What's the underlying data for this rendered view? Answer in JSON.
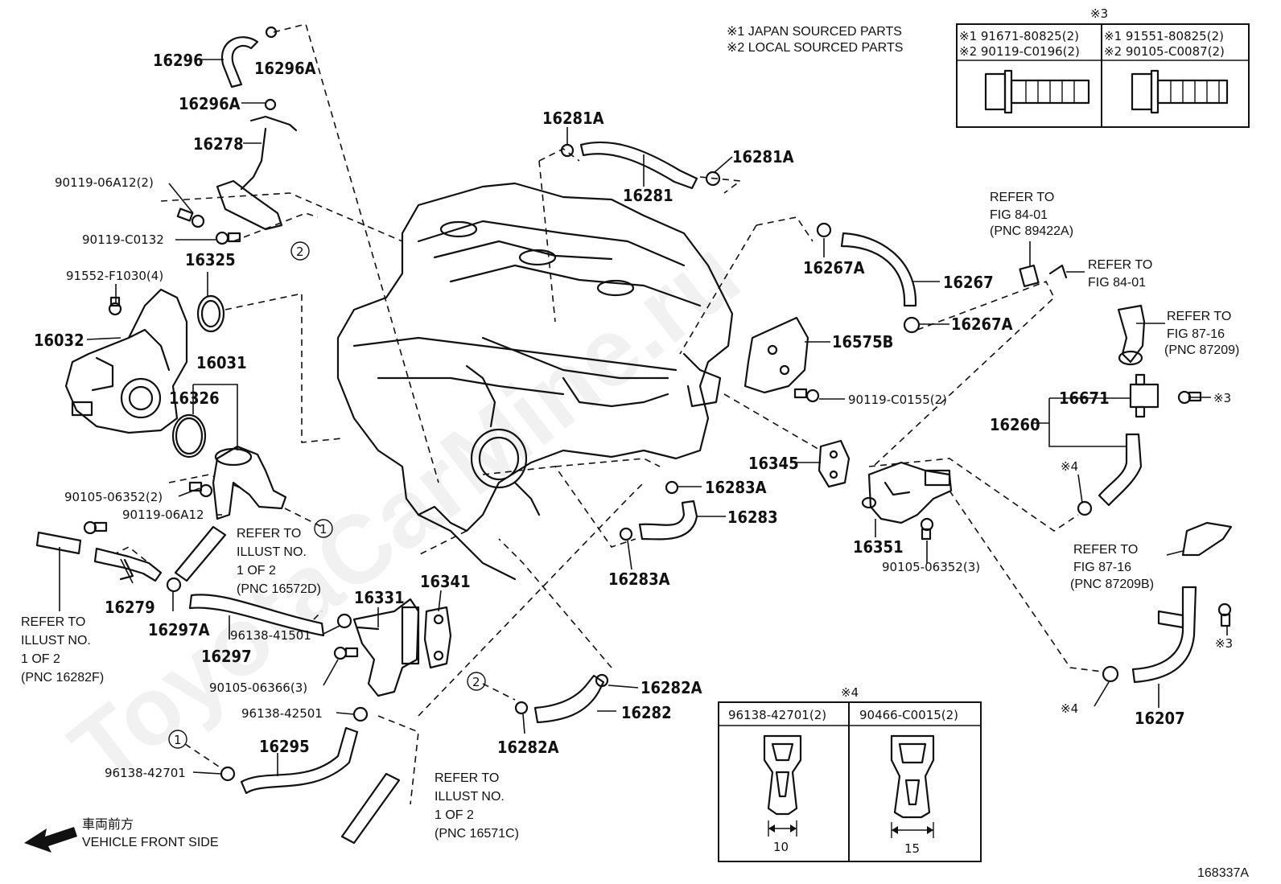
{
  "legend": {
    "note1": "※1  JAPAN SOURCED PARTS",
    "note2": "※2  LOCAL SOURCED PARTS"
  },
  "bolt_table": {
    "header": "※3",
    "left_row1": "※1 91671-80825(2)",
    "left_row2": "※2 90119-C0196(2)",
    "right_row1": "※1 91551-80825(2)",
    "right_row2": "※2 90105-C0087(2)"
  },
  "clamp_table": {
    "header": "※4",
    "left_part": "96138-42701(2)",
    "right_part": "90466-C0015(2)",
    "left_dim": "10",
    "right_dim": "15"
  },
  "part_numbers": {
    "p16296": "16296",
    "p16296A_top": "16296A",
    "p16296A": "16296A",
    "p16278": "16278",
    "p90119_06A12_2": "90119-06A12(2)",
    "p90119_C0132": "90119-C0132",
    "p16325": "16325",
    "p91552": "91552-F1030(4)",
    "p16032": "16032",
    "p16031": "16031",
    "p16326": "16326",
    "p90105_06352_2": "90105-06352(2)",
    "p90119_06A12": "90119-06A12",
    "p16279": "16279",
    "p16297A": "16297A",
    "p16297": "16297",
    "p96138_41501": "96138-41501",
    "p16331": "16331",
    "p90105_06366": "90105-06366(3)",
    "p96138_42501": "96138-42501",
    "p16295": "16295",
    "p96138_42701": "96138-42701",
    "p16341": "16341",
    "p16281A_top": "16281A",
    "p16281A_right": "16281A",
    "p16281": "16281",
    "p16267A_top": "16267A",
    "p16267": "16267",
    "p16267A_bot": "16267A",
    "p16575B": "16575B",
    "p90119_C0155": "90119-C0155(2)",
    "p16345": "16345",
    "p16351": "16351",
    "p90105_06352_3": "90105-06352(3)",
    "p16283A_top": "16283A",
    "p16283": "16283",
    "p16283A_bot": "16283A",
    "p16282A_right": "16282A",
    "p16282": "16282",
    "p16282A_bot": "16282A",
    "p16671": "16671",
    "p16260": "16260",
    "p16207": "16207",
    "note3_a": "※3",
    "note3_b": "※3",
    "note4_a": "※4",
    "note4_b": "※4"
  },
  "refs": {
    "r1_l1": "REFER TO",
    "r1_l2": "ILLUST NO.",
    "r1_l3": "1 OF 2",
    "r1_l4": "(PNC 16572D)",
    "r2_l1": "REFER TO",
    "r2_l2": "ILLUST NO.",
    "r2_l3": "1 OF 2",
    "r2_l4": "(PNC 16282F)",
    "r3_l1": "REFER TO",
    "r3_l2": "ILLUST NO.",
    "r3_l3": "1 OF 2",
    "r3_l4": "(PNC 16571C)",
    "r4_l1": "REFER TO",
    "r4_l2": "FIG 84-01",
    "r4_l3": "(PNC 89422A)",
    "r5_l1": "REFER TO",
    "r5_l2": "FIG 84-01",
    "r6_l1": "REFER TO",
    "r6_l2": "FIG 87-16",
    "r6_l3": "(PNC 87209)",
    "r7_l1": "REFER TO",
    "r7_l2": "FIG 87-16",
    "r7_l3": "(PNC 87209B)"
  },
  "callouts": {
    "c1a": "1",
    "c1b": "1",
    "c2a": "2",
    "c2b": "2"
  },
  "front_side": {
    "jp": "車両前方",
    "en": "VEHICLE FRONT SIDE"
  },
  "figure_id": "168337A",
  "watermark": "ToyotaCarMine.ru"
}
